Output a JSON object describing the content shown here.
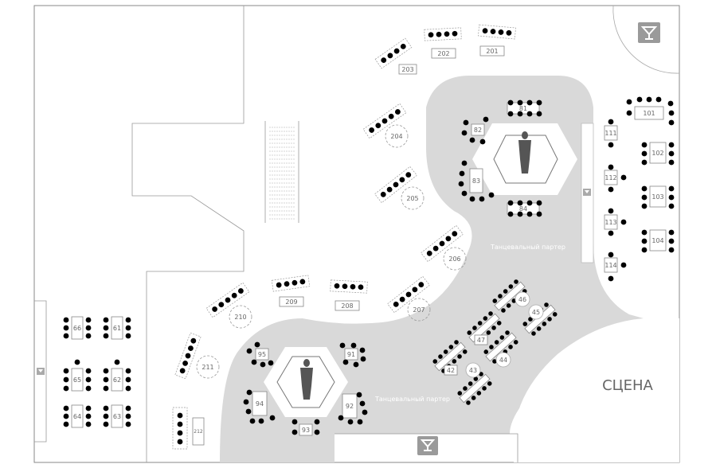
{
  "floor": {
    "stage_label": "СЦЕНА",
    "dance_floor_label": "Танцевальный партер",
    "bar_icon": "cocktail-glass-icon",
    "statue_icon": "statue-icon",
    "colors": {
      "floor": "#d9d9d9",
      "wall": "#888888",
      "dot": "#000000",
      "icon_bg": "#9a9a9a"
    }
  },
  "tables": {
    "t201": "201",
    "t202": "202",
    "t203": "203",
    "t204": "204",
    "t205": "205",
    "t206": "206",
    "t207": "207",
    "t208": "208",
    "t209": "209",
    "t210": "210",
    "t211": "211",
    "t212": "212",
    "t81": "81",
    "t82": "82",
    "t83": "83",
    "t84": "84",
    "t91": "91",
    "t92": "92",
    "t93": "93",
    "t94": "94",
    "t95": "95",
    "t101": "101",
    "t102": "102",
    "t103": "103",
    "t104": "104",
    "t111": "111",
    "t112": "112",
    "t113": "113",
    "t114": "114",
    "t42": "42",
    "t43": "43",
    "t44": "44",
    "t45": "45",
    "t46": "46",
    "t47": "47",
    "t61": "61",
    "t62": "62",
    "t63": "63",
    "t64": "64",
    "t65": "65",
    "t66": "66"
  }
}
